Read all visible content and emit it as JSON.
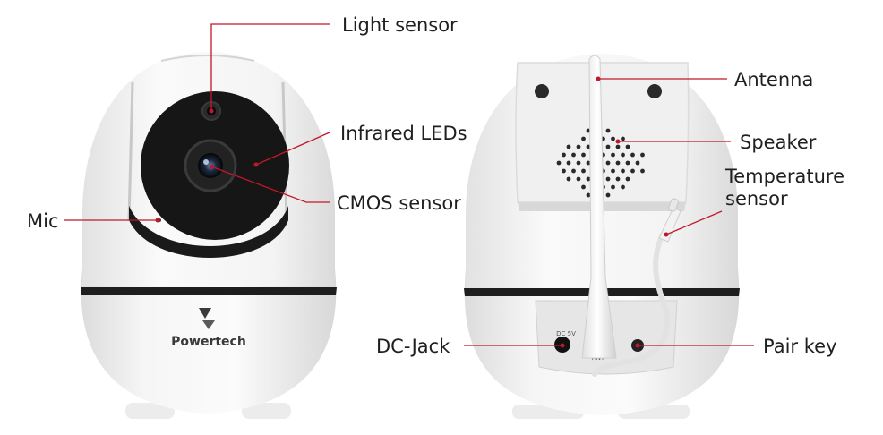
{
  "brand": "Powertech",
  "rear_marks": {
    "dc": "DC 5V",
    "ant": "ANT"
  },
  "callouts": {
    "light_sensor": "Light sensor",
    "infrared_leds": "Infrared LEDs",
    "cmos_sensor": "CMOS sensor",
    "mic": "Mic",
    "antenna": "Antenna",
    "speaker": "Speaker",
    "temperature_sensor_line1": "Temperature",
    "temperature_sensor_line2": "sensor",
    "dc_jack": "DC-Jack",
    "pair_key": "Pair key"
  },
  "colors": {
    "leader": "#c0182a",
    "body": "#f2f2f2",
    "band": "#1e1e1e",
    "lens": "#141414"
  }
}
